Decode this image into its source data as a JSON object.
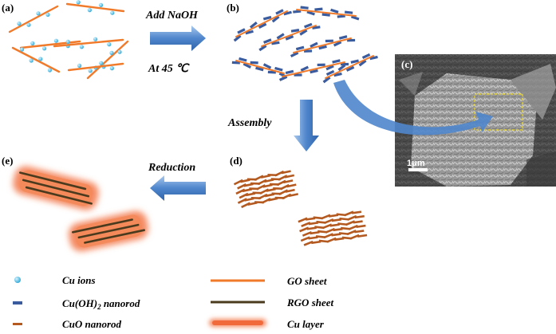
{
  "panels": {
    "a": "(a)",
    "b": "(b)",
    "c": "(c)",
    "d": "(d)",
    "e": "(e)"
  },
  "steps": {
    "add_naoh": "Add NaOH",
    "temperature": "At 45 ℃",
    "assembly": "Assembly",
    "reduction": "Reduction"
  },
  "sem": {
    "scale_bar": "1μm"
  },
  "legend": {
    "cu_ions": "Cu ions",
    "cu_oh2_prefix": "Cu(OH)",
    "cu_oh2_sub": "2",
    "cu_oh2_suffix": " nanorod",
    "cuo_nanorod": "CuO nanorod",
    "go_sheet": "GO sheet",
    "rgo_sheet": "RGO sheet",
    "cu_layer": "Cu layer"
  },
  "colors": {
    "go_sheet": "#f07a2a",
    "rgo_sheet": "#4a3b1e",
    "cu_ion": "#3ab6e0",
    "cu_oh2_rod": "#3a5c9e",
    "cuo_rod": "#b4591f",
    "cu_layer": "#f48a62",
    "arrow": "#5a8fd0"
  }
}
